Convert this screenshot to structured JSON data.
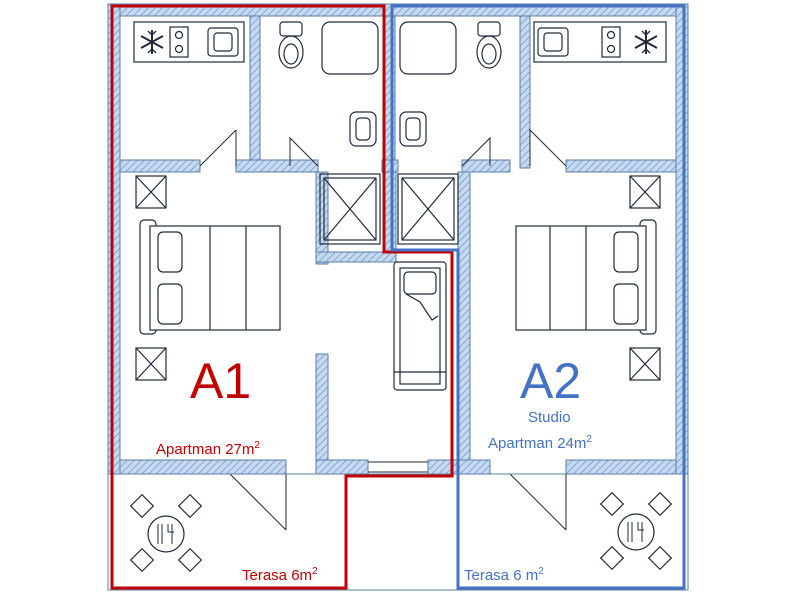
{
  "units": {
    "a1": {
      "code": "A1",
      "type_label": "Apartman 27m",
      "area_exponent": "2",
      "terrace_label": "Terasa 6m",
      "terrace_exponent": "2"
    },
    "a2": {
      "code": "A2",
      "subtitle": "Studio",
      "type_label": "Apartman 24m",
      "area_exponent": "2",
      "terrace_label": "Terasa 6 m",
      "terrace_exponent": "2"
    }
  },
  "colors": {
    "a1_outline": "#c00000",
    "a2_outline": "#4472c4",
    "wall_fill": "#c5d9f1",
    "wall_stroke": "#5b7fa8",
    "fixture_stroke": "#1f2b3a"
  },
  "icons": [
    "snowflake-icon",
    "stove-icon",
    "sink-icon",
    "toilet-icon",
    "bathtub-icon",
    "washbasin-icon",
    "shower-icon",
    "double-bed-icon",
    "nightstand-icon",
    "sofa-bed-icon",
    "dining-set-icon"
  ]
}
